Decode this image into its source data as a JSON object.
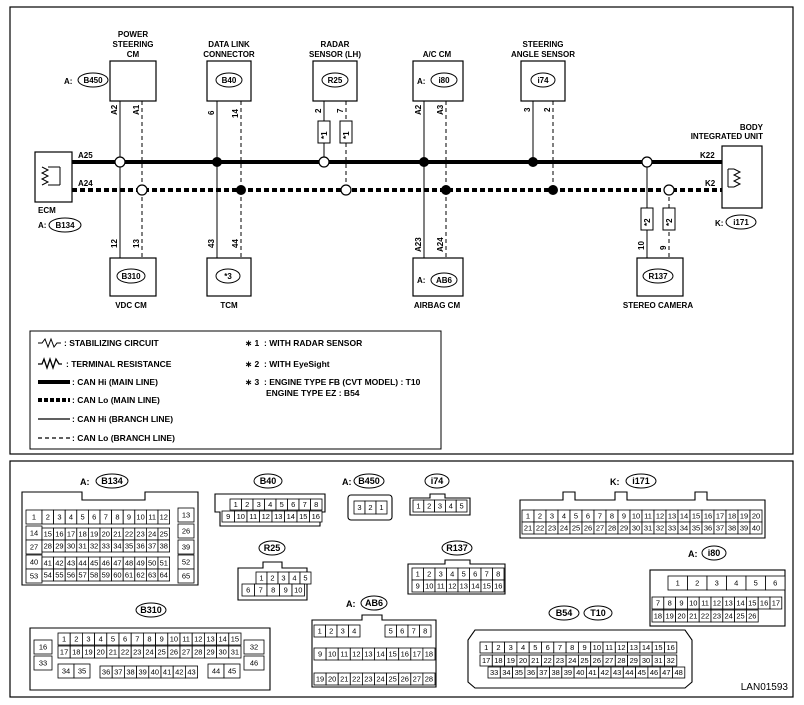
{
  "modules": {
    "power_steering": {
      "title": [
        "POWER",
        "STEERING",
        "CM"
      ],
      "prefix": "A:",
      "connector": "B450",
      "pins": [
        "A2",
        "A1"
      ]
    },
    "data_link": {
      "title": [
        "DATA LINK",
        "CONNECTOR"
      ],
      "connector": "B40",
      "pins": [
        "6",
        "14"
      ]
    },
    "radar": {
      "title": [
        "RADAR",
        "SENSOR (LH)"
      ],
      "connector": "R25",
      "pins": [
        "2",
        "7"
      ],
      "fuse_marks": [
        "*1",
        "*1"
      ]
    },
    "ac": {
      "title": [
        "A/C CM"
      ],
      "prefix": "A:",
      "connector": "i80",
      "pins": [
        "A2",
        "A3"
      ]
    },
    "steering_angle": {
      "title": [
        "STEERING",
        "ANGLE SENSOR"
      ],
      "connector": "i74",
      "pins": [
        "3",
        "2"
      ]
    },
    "ecm": {
      "title": "ECM",
      "prefix": "A:",
      "connector": "B134",
      "pins": [
        "A25",
        "A24"
      ]
    },
    "body_unit": {
      "title": [
        "BODY",
        "INTEGRATED UNIT"
      ],
      "prefix": "K:",
      "connector": "i171",
      "pins": [
        "K22",
        "K2"
      ]
    },
    "vdc": {
      "title": "VDC CM",
      "connector": "B310",
      "pins": [
        "12",
        "13"
      ]
    },
    "tcm": {
      "title": "TCM",
      "connector": "*3",
      "pins": [
        "43",
        "44"
      ]
    },
    "airbag": {
      "title": "AIRBAG CM",
      "prefix": "A:",
      "connector": "AB6",
      "pins": [
        "A23",
        "A24"
      ]
    },
    "stereo_camera": {
      "title": "STEREO CAMERA",
      "connector": "R137",
      "pins": [
        "10",
        "9"
      ],
      "fuse_marks": [
        "*2",
        "*2"
      ]
    }
  },
  "legend": {
    "items": [
      ": STABILIZING CIRCUIT",
      ": TERMINAL RESISTANCE",
      ": CAN Hi (MAIN LINE)",
      ": CAN Lo (MAIN LINE)",
      ": CAN Hi (BRANCH LINE)",
      ": CAN Lo (BRANCH LINE)"
    ],
    "notes": [
      {
        "mark": "∗ 1",
        "text": ": WITH RADAR SENSOR"
      },
      {
        "mark": "∗ 2",
        "text": ": WITH EyeSight"
      },
      {
        "mark": "∗ 3",
        "text": ": ENGINE TYPE FB (CVT MODEL)  : T10"
      },
      {
        "mark": "",
        "text": "ENGINE TYPE EZ  : B54"
      }
    ]
  },
  "connectors": {
    "B134": {
      "prefix": "A:",
      "name": "B134",
      "rows": [
        [
          "1",
          "2",
          "3",
          "4",
          "5",
          "6",
          "7",
          "8",
          "9",
          "10",
          "11",
          "12",
          "13"
        ],
        [
          "14",
          "15",
          "16",
          "17",
          "18",
          "19",
          "20",
          "21",
          "22",
          "23",
          "24",
          "25",
          "26"
        ],
        [
          "27",
          "28",
          "29",
          "30",
          "31",
          "32",
          "33",
          "34",
          "35",
          "36",
          "37",
          "38",
          "39"
        ],
        [
          "40",
          "41",
          "42",
          "43",
          "44",
          "45",
          "46",
          "47",
          "48",
          "49",
          "50",
          "51",
          "52"
        ],
        [
          "53",
          "54",
          "55",
          "56",
          "57",
          "58",
          "59",
          "60",
          "61",
          "62",
          "63",
          "64",
          "65"
        ]
      ]
    },
    "B40": {
      "name": "B40",
      "rows": [
        [
          "1",
          "2",
          "3",
          "4",
          "5",
          "6",
          "7",
          "8"
        ],
        [
          "9",
          "10",
          "11",
          "12",
          "13",
          "14",
          "15",
          "16"
        ]
      ]
    },
    "B450": {
      "prefix": "A:",
      "name": "B450",
      "rows": [
        [
          "3",
          "2",
          "1"
        ]
      ]
    },
    "i74": {
      "name": "i74",
      "rows": [
        [
          "1",
          "2",
          "3",
          "4",
          "5"
        ]
      ]
    },
    "i171": {
      "prefix": "K:",
      "name": "i171",
      "rows": [
        [
          "1",
          "2",
          "3",
          "4",
          "5",
          "6",
          "7",
          "8",
          "9",
          "10",
          "11",
          "12",
          "13",
          "14",
          "15",
          "16",
          "17",
          "18",
          "19",
          "20"
        ],
        [
          "21",
          "22",
          "23",
          "24",
          "25",
          "26",
          "27",
          "28",
          "29",
          "30",
          "31",
          "32",
          "33",
          "34",
          "35",
          "36",
          "37",
          "38",
          "39",
          "40"
        ]
      ]
    },
    "R25": {
      "name": "R25",
      "rows": [
        [
          "1",
          "2",
          "3",
          "4",
          "5"
        ],
        [
          "6",
          "7",
          "8",
          "9",
          "10"
        ]
      ]
    },
    "R137": {
      "name": "R137",
      "rows": [
        [
          "1",
          "2",
          "3",
          "4",
          "5",
          "6",
          "7",
          "8"
        ],
        [
          "9",
          "10",
          "11",
          "12",
          "13",
          "14",
          "15",
          "16"
        ]
      ]
    },
    "i80": {
      "prefix": "A:",
      "name": "i80",
      "rows": [
        [
          "1",
          "2",
          "3",
          "4",
          "5",
          "6"
        ],
        [
          "7",
          "8",
          "9",
          "10",
          "11",
          "12",
          "13",
          "14",
          "15",
          "16",
          "17"
        ],
        [
          "18",
          "19",
          "20",
          "21",
          "22",
          "23",
          "24",
          "25",
          "26"
        ]
      ]
    },
    "B310": {
      "name": "B310",
      "rows": [
        [
          "16",
          "1",
          "2",
          "3",
          "4",
          "5",
          "6",
          "7",
          "8",
          "9",
          "10",
          "11",
          "12",
          "13",
          "14",
          "15",
          "32"
        ],
        [
          "17",
          "18",
          "19",
          "20",
          "21",
          "22",
          "23",
          "24",
          "25",
          "26",
          "27",
          "28",
          "29",
          "30",
          "31"
        ],
        [
          "33",
          "46"
        ],
        [
          "34",
          "35",
          "36",
          "37",
          "38",
          "39",
          "40",
          "41",
          "42",
          "43",
          "44",
          "45"
        ]
      ]
    },
    "AB6": {
      "prefix": "A:",
      "name": "AB6",
      "rows": [
        [
          "1",
          "2",
          "3",
          "4",
          "5",
          "6",
          "7",
          "8"
        ],
        [
          "9",
          "10",
          "11",
          "12",
          "13",
          "14",
          "15",
          "16",
          "17",
          "18"
        ],
        [
          "19",
          "20",
          "21",
          "22",
          "23",
          "24",
          "25",
          "26",
          "27",
          "28"
        ]
      ]
    },
    "B54_T10": {
      "names": [
        "B54",
        "T10"
      ],
      "rows": [
        [
          "1",
          "2",
          "3",
          "4",
          "5",
          "6",
          "7",
          "8",
          "9",
          "10",
          "11",
          "12",
          "13",
          "14",
          "15",
          "16"
        ],
        [
          "17",
          "18",
          "19",
          "20",
          "21",
          "22",
          "23",
          "24",
          "25",
          "26",
          "27",
          "28",
          "29",
          "30",
          "31",
          "32"
        ],
        [
          "33",
          "34",
          "35",
          "36",
          "37",
          "38",
          "39",
          "40",
          "41",
          "42",
          "43",
          "44",
          "45",
          "46",
          "47",
          "48"
        ]
      ]
    }
  },
  "code": "LAN01593"
}
